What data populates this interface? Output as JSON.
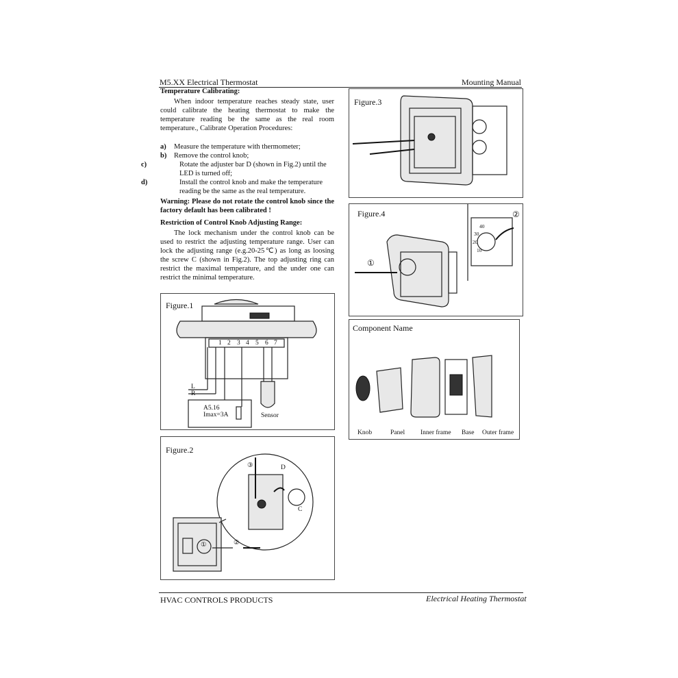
{
  "header": {
    "left": "M5.XX Electrical Thermostat",
    "right": "Mounting Manual"
  },
  "calibrating": {
    "heading": "Temperature Calibrating:",
    "intro": "When indoor temperature reaches steady state, user could calibrate the heating thermostat to make the temperature reading be the same as the real room temperature., Calibrate Operation Procedures:",
    "steps": [
      {
        "key": "a)",
        "text": "Measure the temperature with thermometer;"
      },
      {
        "key": "b)",
        "text": "Remove the control knob;"
      },
      {
        "key": "c)",
        "text": "Rotate the adjuster bar D (shown in Fig.2) until the LED is turned off;"
      },
      {
        "key": "d)",
        "text": "Install the control knob and make the temperature reading be the same as the real temperature."
      }
    ],
    "warning": "Warning: Please do not rotate the control knob since the factory default has been calibrated !"
  },
  "restriction": {
    "heading": "Restriction of Control Knob Adjusting Range:",
    "text": "The lock mechanism under the control knob can be used to restrict the adjusting temperature range. User can lock the adjusting range (e.g.20-25℃) as long as loosing the screw C (shown in Fig.2). The top adjusting ring can restrict the maximal temperature, and the under one can restrict the minimal temperature."
  },
  "figure1": {
    "title": "Figure.1",
    "terminals": [
      "1",
      "2",
      "3",
      "4",
      "5",
      "6",
      "7"
    ],
    "wire_l": "L",
    "wire_r": "R",
    "box_line1": "A5.16",
    "box_line2": "Imax=3A",
    "sensor": "Sensor"
  },
  "figure2": {
    "title": "Figure.2",
    "label_d": "D",
    "label_c": "C",
    "step1": "①",
    "step2": "②",
    "step3": "③"
  },
  "figure3": {
    "title": "Figure.3"
  },
  "figure4": {
    "title": "Figure.4",
    "step1": "①",
    "step2": "②",
    "scale": [
      "40",
      "30",
      "20",
      "10"
    ]
  },
  "components": {
    "title": "Component  Name",
    "names": [
      "Knob",
      "Panel",
      "Inner frame",
      "Base",
      "Outer frame"
    ]
  },
  "footer": {
    "left": "HVAC CONTROLS PRODUCTS",
    "right": "Electrical Heating Thermostat"
  }
}
